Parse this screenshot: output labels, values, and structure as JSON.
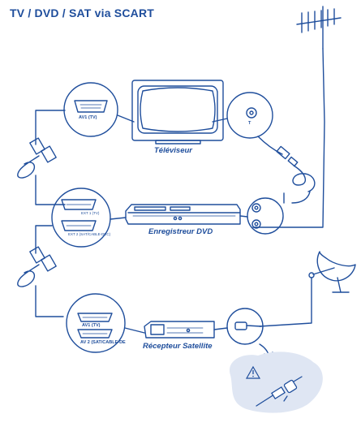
{
  "title": "TV / DVD / SAT via SCART",
  "devices": {
    "tv": "Téléviseur",
    "dvd": "Enregistreur DVD",
    "sat": "Récepteur Satellite"
  },
  "ports": {
    "tv_scart": "AV1 (TV)",
    "tv_antenna": "T",
    "sat_av1": "AV1 (TV)",
    "sat_av2": "AV 2 (SAT/CABLE-DE",
    "dvd_scart_upper_tag": "EXT 1 (TV)",
    "dvd_scart_lower_tag": "EXT 2 (SAT/CABLE-DEC)"
  },
  "colors": {
    "line": "#1f4e9c",
    "fill": "#e6ecf7",
    "warning_area": "#dfe6f3"
  },
  "icons": [
    "antenna-icon",
    "satellite-dish-icon",
    "warning-icon",
    "arrow-down-icon"
  ]
}
